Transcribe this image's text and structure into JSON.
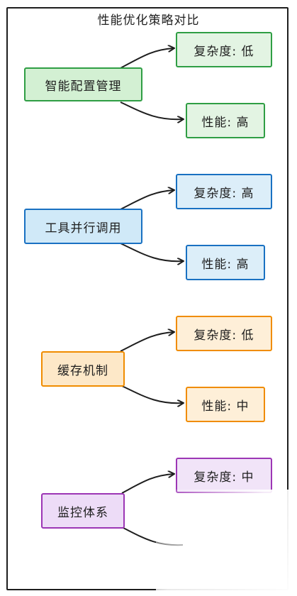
{
  "title": "性能优化策略对比",
  "strategies": [
    {
      "name": "智能配置管理",
      "complexity": "复杂度: 低",
      "performance": "性能: 高",
      "color": "#2f9e44"
    },
    {
      "name": "工具并行调用",
      "complexity": "复杂度: 高",
      "performance": "性能: 高",
      "color": "#1971c2"
    },
    {
      "name": "缓存机制",
      "complexity": "复杂度: 低",
      "performance": "性能: 中",
      "color": "#f08c00"
    },
    {
      "name": "监控体系",
      "complexity": "复杂度: 中",
      "performance": "",
      "color": "#9c36b5"
    }
  ]
}
